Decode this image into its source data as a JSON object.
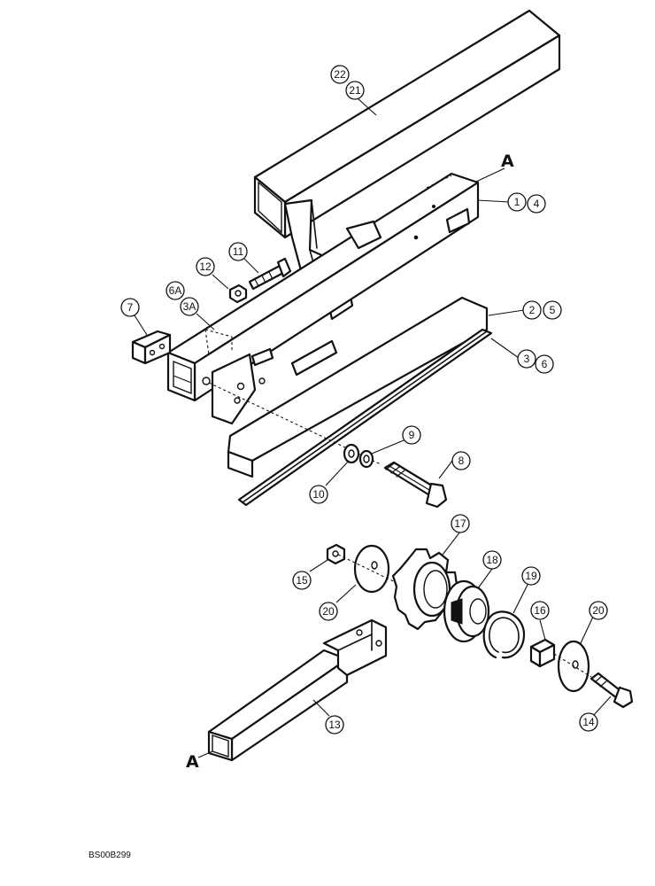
{
  "diagram": {
    "section_marks": {
      "top": "A",
      "bottom": "A"
    },
    "drawing_number": "BS00B299",
    "callouts": {
      "c22": "22",
      "c21": "21",
      "c1": "1",
      "c4": "4",
      "c2": "2",
      "c5": "5",
      "c3": "3",
      "c6": "6",
      "c7": "7",
      "c6a": "6A",
      "c3a": "3A",
      "c11": "11",
      "c12": "12",
      "c8": "8",
      "c9": "9",
      "c10": "10",
      "c17": "17",
      "c18": "18",
      "c19": "19",
      "c15": "15",
      "c20a": "20",
      "c20b": "20",
      "c16": "16",
      "c14": "14",
      "c13": "13"
    }
  }
}
